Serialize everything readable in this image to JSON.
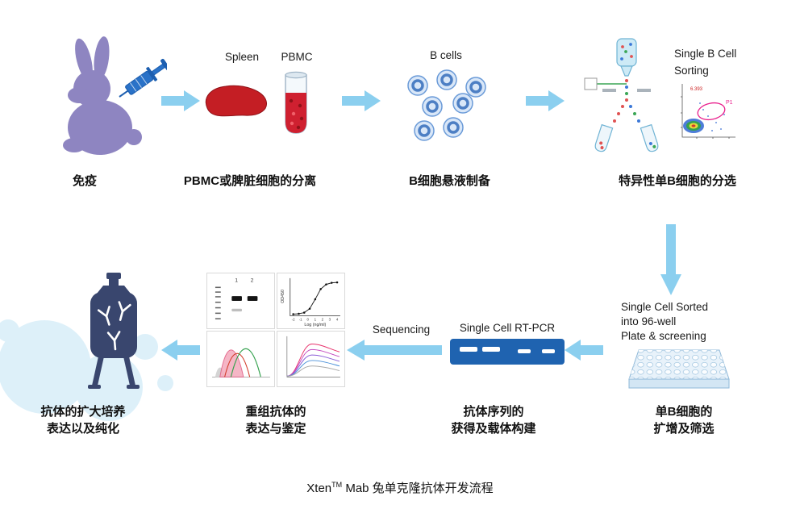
{
  "steps": {
    "immunization": {
      "caption": "免疫"
    },
    "separation": {
      "spleen_label": "Spleen",
      "pbmc_label": "PBMC",
      "caption": "PBMC或脾脏细胞的分离"
    },
    "bcell_prep": {
      "label": "B cells",
      "caption": "B细胞悬液制备"
    },
    "sorting": {
      "label_line1": "Single B Cell",
      "label_line2": "Sorting",
      "caption": "特异性单B细胞的分选",
      "gate_label": "P1",
      "gate_value": "6.393"
    },
    "plate": {
      "label_line1": "Single Cell Sorted",
      "label_line2": "into 96-well",
      "label_line3": "Plate & screening",
      "caption_line1": "单B细胞的",
      "caption_line2": "扩增及筛选"
    },
    "rtpcr": {
      "label": "Single Cell RT-PCR",
      "caption_line1": "抗体序列的",
      "caption_line2": "获得及载体构建"
    },
    "sequencing": {
      "label": "Sequencing"
    },
    "characterization": {
      "caption_line1": "重组抗体的",
      "caption_line2": "表达与鉴定",
      "blot_lane1": "1",
      "blot_lane2": "2",
      "elisa_ylabel": "OD450",
      "elisa_xlabel": "Log (ng/ml)",
      "elisa_xticks": [
        "-2",
        "-1",
        "0",
        "1",
        "2",
        "3",
        "4"
      ]
    },
    "expansion": {
      "caption_line1": "抗体的扩大培养",
      "caption_line2": "表达以及纯化"
    }
  },
  "footer": {
    "title_prefix": "Xten",
    "title_sup": "TM",
    "title_rest": " Mab 兔单克隆抗体开发流程"
  },
  "colors": {
    "arrow": "#8bcfef",
    "rabbit": "#8e85c1",
    "spleen": "#c41e24",
    "blood": "#cf2030",
    "cellfill": "#d9e7f8",
    "cellring": "#4d7fc4",
    "gel": "#1f63b0",
    "vessel": "#39466e",
    "gate": "#e91e8c",
    "blob": "#d8eef9"
  }
}
